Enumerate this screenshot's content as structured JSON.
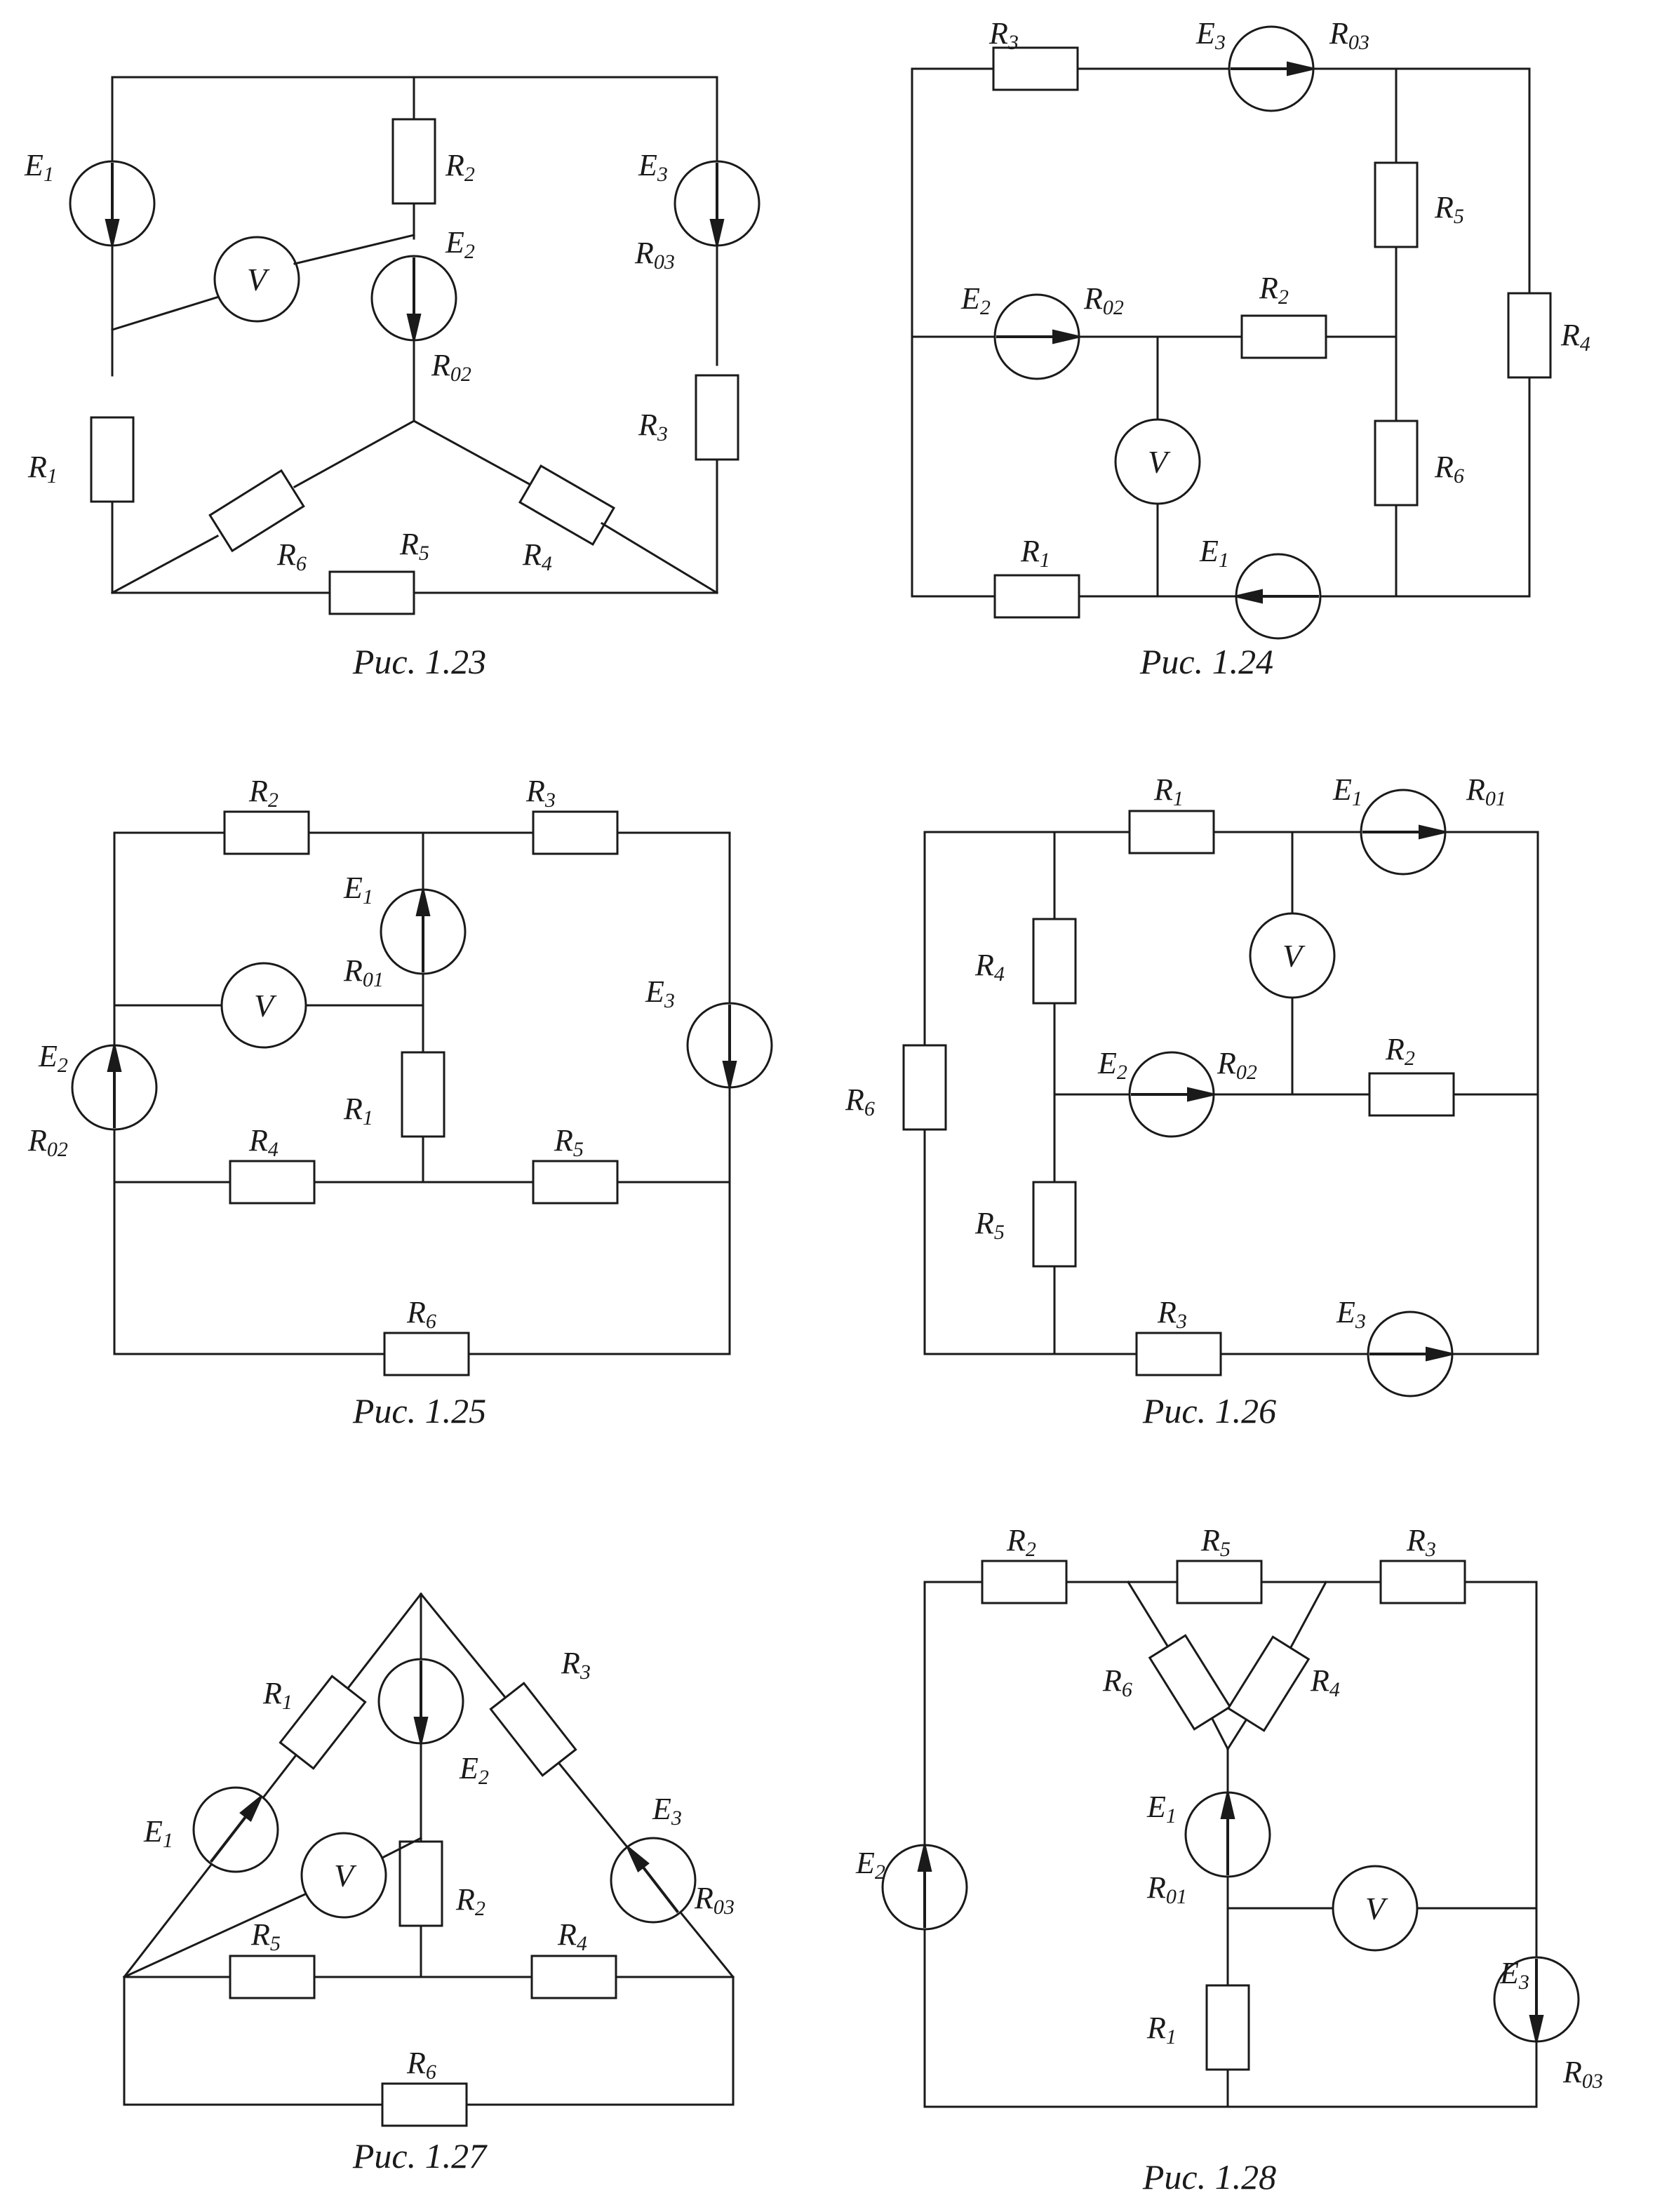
{
  "figures": [
    {
      "caption": "Рис. 1.23"
    },
    {
      "caption": "Рис. 1.24"
    },
    {
      "caption": "Рис. 1.25"
    },
    {
      "caption": "Рис. 1.26"
    },
    {
      "caption": "Рис. 1.27"
    },
    {
      "caption": "Рис. 1.28"
    }
  ],
  "labels": {
    "R1": {
      "main": "R",
      "sub": "1"
    },
    "R2": {
      "main": "R",
      "sub": "2"
    },
    "R3": {
      "main": "R",
      "sub": "3"
    },
    "R4": {
      "main": "R",
      "sub": "4"
    },
    "R5": {
      "main": "R",
      "sub": "5"
    },
    "R6": {
      "main": "R",
      "sub": "6"
    },
    "E1": {
      "main": "E",
      "sub": "1"
    },
    "E2": {
      "main": "E",
      "sub": "2"
    },
    "E3": {
      "main": "E",
      "sub": "3"
    },
    "R01": {
      "main": "R",
      "sub": "01"
    },
    "R02": {
      "main": "R",
      "sub": "02"
    },
    "R03": {
      "main": "R",
      "sub": "03"
    },
    "V": "V"
  },
  "colors": {
    "ink": "#1a1a1a",
    "paper": "#ffffff"
  }
}
